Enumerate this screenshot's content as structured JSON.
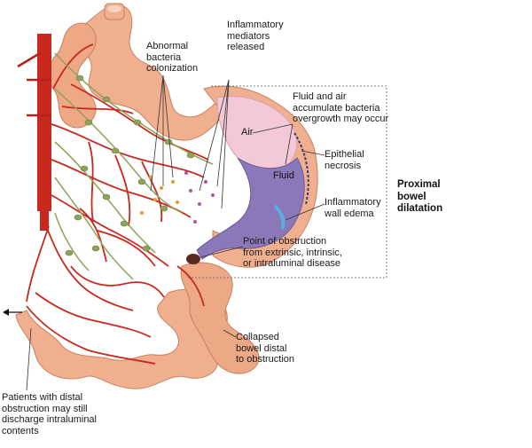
{
  "colors": {
    "bowel": "#f0b08f",
    "bowel_shadow": "#d98f6c",
    "artery": "#c8281e",
    "mesentery_node": "#8fa35a",
    "fluid": "#8b78b8",
    "edema": "#5aaee0",
    "obstruction": "#5a2a1e",
    "air": "#f3c9d8"
  },
  "labels": {
    "abnormal_bacteria": "Abnormal\nbacteria\ncolonization",
    "inflammatory_mediators": "Inflammatory\nmediators\nreleased",
    "fluid_air": "Fluid and air\naccumulate bacteria\novergrowth may occur",
    "air": "Air",
    "fluid": "Fluid",
    "epithelial_necrosis": "Epithelial\nnecrosis",
    "inflammatory_edema": "Inflammatory\nwall edema",
    "point_of_obstruction": "Point of obstruction\nfrom extrinsic, intrinsic,\nor intraluminal disease",
    "proximal_dilatation": "Proximal\nbowel\ndilatation",
    "collapsed_bowel": "Collapsed\nbowel distal\nto obstruction",
    "distal_discharge": "Patients with distal\nobstruction may still\ndischarge intraluminal\ncontents"
  }
}
